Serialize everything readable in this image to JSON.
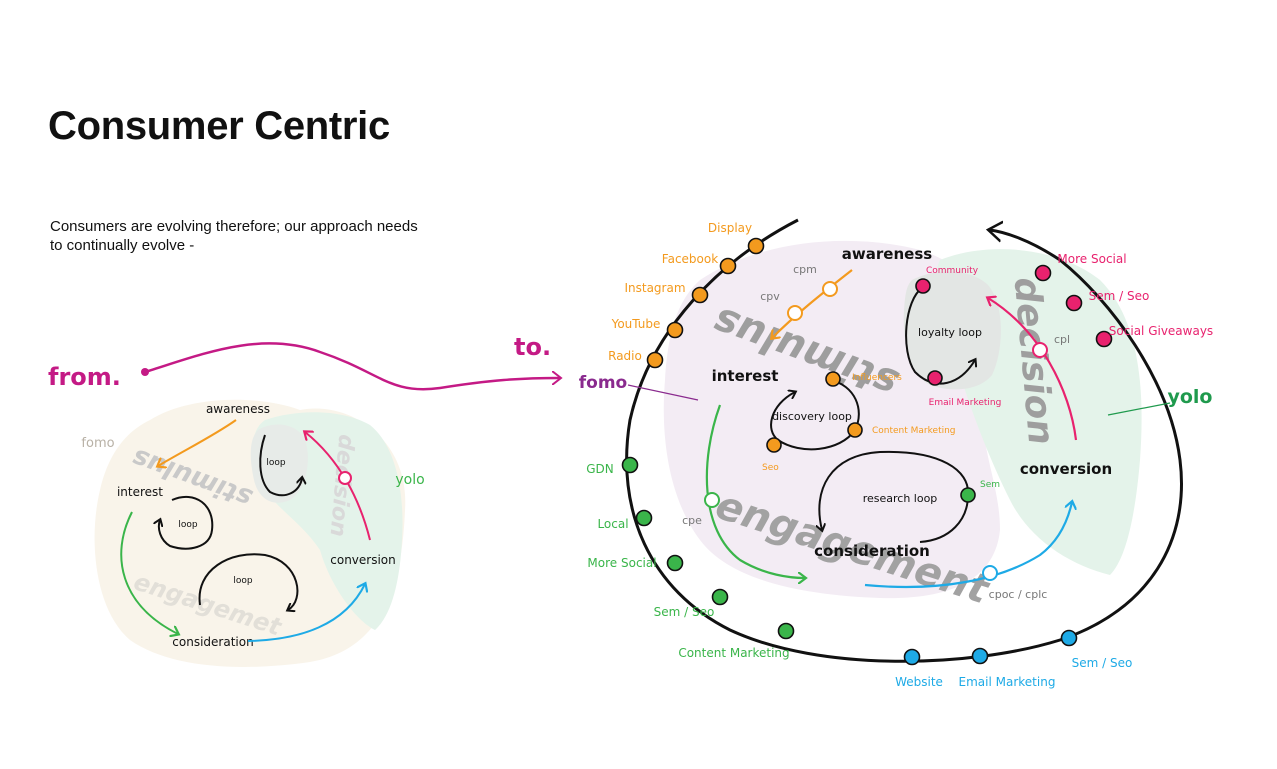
{
  "header": {
    "title": "Consumer Centric",
    "subtitle": "Consumers are evolving therefore; our approach needs to continually evolve -"
  },
  "transition": {
    "from_label": "from.",
    "to_label": "to."
  },
  "left_model": {
    "stages": {
      "awareness": "awareness",
      "interest": "interest",
      "consideration": "consideration",
      "conversion": "conversion"
    },
    "phases": {
      "stimulus": "stimulus",
      "engagement": "engagemet",
      "decision": "decision"
    },
    "side_labels": {
      "fomo": "fomo",
      "yolo": "yolo"
    },
    "loops": [
      "loop",
      "loop",
      "loop"
    ]
  },
  "right_model": {
    "stages": {
      "awareness": "awareness",
      "interest": "interest",
      "consideration": "consideration",
      "conversion": "conversion"
    },
    "phases": {
      "stimulus": "stimulus",
      "engagement": "engagement",
      "decision": "decision"
    },
    "side_labels": {
      "fomo": "fomo",
      "yolo": "yolo"
    },
    "loops": {
      "discovery": "discovery loop",
      "research": "research loop",
      "loyalty": "loyalty loop"
    },
    "metrics": {
      "cpm": "cpm",
      "cpv": "cpv",
      "cpe": "cpe",
      "cpl": "cpl",
      "cpoc": "cpoc / cplc"
    },
    "inner_nodes": {
      "influencers": "Influencers",
      "content_marketing": "Content Marketing",
      "seo": "Seo",
      "sem": "Sem",
      "community": "Community",
      "email_marketing": "Email Marketing"
    },
    "orange_channels": [
      "Display",
      "Facebook",
      "Instagram",
      "YouTube",
      "Radio"
    ],
    "green_channels": [
      "GDN",
      "Local",
      "More Social",
      "Sem / Seo",
      "Content Marketing"
    ],
    "blue_channels": [
      "Website",
      "Email Marketing",
      "Sem / Seo"
    ],
    "pink_channels": [
      "More Social",
      "Sem / Seo",
      "Social Giveaways"
    ]
  },
  "colors": {
    "orange": "#f39a1e",
    "green": "#3ab54a",
    "blue": "#1eaae6",
    "pink": "#e8226e",
    "magenta": "#c41a85",
    "purple": "#8a2a8e",
    "darkgreen": "#1f9a4d",
    "dark": "#111111",
    "grey": "#9a9a9a",
    "mint": "#e4f3ea",
    "lavender": "#f3ecf4",
    "cream": "#f9f4ea"
  }
}
